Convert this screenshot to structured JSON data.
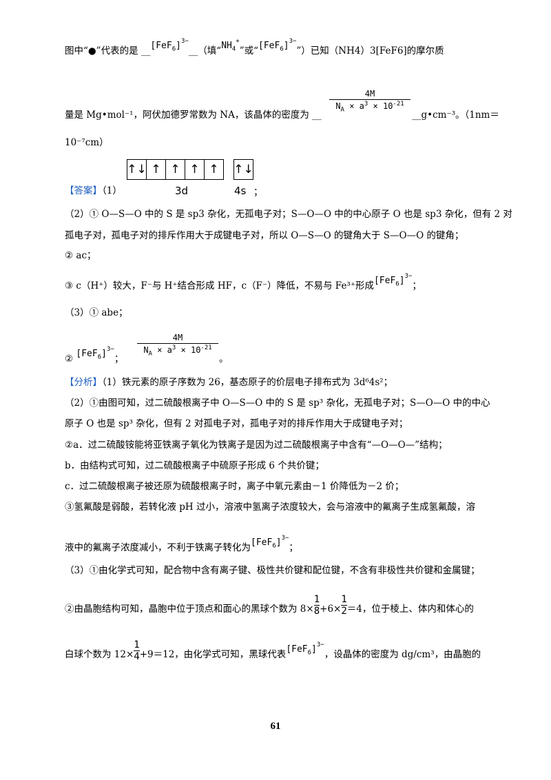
{
  "q3_line1": {
    "prefix": "图中“●”代表的是 __",
    "ion_text": "[FeF6]3-",
    "mid": "__（填“",
    "nh4": "NH4+",
    "or": "”或“",
    "ion_text2": "[FeF6]3-",
    "suffix": "”）已知（NH4）3[FeF6]的摩尔质"
  },
  "q3_line2": {
    "prefix": "量是 Mg•mol⁻¹，阿伏加德罗常数为 NA，该晶体的密度为 __",
    "frac_num": "4M",
    "frac_den": "NA × a3 × 10-21",
    "suffix": "__g•cm⁻³。（1nm＝"
  },
  "q3_line3": "10⁻⁷cm）",
  "orbital": {
    "d_boxes": [
      "↑↓",
      "↑",
      "↑",
      "↑",
      "↑"
    ],
    "s_boxes": [
      "↑↓"
    ],
    "d_label": "3d",
    "s_label": "4s"
  },
  "answer": {
    "tag": "【答案】",
    "part1": "（1）",
    "end": "；",
    "p2_1a": "（2）① O—S—O 中的 S 是 sp3 杂化，无孤电子对；S—O—O 中的中心原子 O 也是 sp3 杂化，但有 2 对",
    "p2_1b": "孤电子对，孤电子对的排斥作用大于成键电子对，所以 O—S—O 的键角大于 S—O—O 的键角；",
    "p2_2": "② ac；",
    "p2_3": "③ c（H⁺）较大，F⁻与 H⁺结合形成 HF，c（F⁻）降低，不易与 Fe³⁺形成",
    "p2_3_end": "；",
    "p3_1": "（3）① abe；",
    "p3_2_pre": "②",
    "p3_2_mid": "；",
    "p3_2_end": "。"
  },
  "analysis": {
    "tag": "【分析】",
    "l1": "（1）铁元素的原子序数为 26，基态原子的价层电子排布式为 3d⁶4s²；",
    "l2": "（2）①由图可知，过二硫酸根离子中 O—S—O 中的 S 是 sp³ 杂化，无孤电子对；S—O—O 中的中心",
    "l3": "原子 O 也是 sp³ 杂化，但有 2 对孤电子对，孤电子对的排斥作用大于成键电子对；",
    "l4": "②a．过二硫酸铵能将亚铁离子氧化为铁离子是因为过二硫酸根离子中含有“—O—O—”结构；",
    "l5": "b．由结构式可知，过二硫酸根离子中硫原子形成 6 个共价键；",
    "l6": "c．过二硫酸根离子被还原为硫酸根离子时，离子中氧元素由－1 价降低为－2 价；",
    "l7": "③氢氟酸是弱酸，若转化液 pH 过小，溶液中氢离子浓度较大，会与溶液中的氟离子生成氢氟酸，溶",
    "l8": "液中的氟离子浓度减小，不利于铁离子转化为",
    "l8_end": "；",
    "l9": "（3）①由化学式可知，配合物中含有离子键、极性共价键和配位键，不含有非极性共价键和金属键；",
    "l10_a": "②由晶胞结构可知，晶胞中位于顶点和面心的黑球个数为 8×",
    "l10_b": "+6×",
    "l10_c": "＝4，位于棱上、体内和体心的",
    "l11_a": "白球个数为 12×",
    "l11_b": "+9＝12，由化学式可知，黑球代表",
    "l11_c": "，设晶体的密度为 dg/cm³，由晶胞的",
    "f1": "1",
    "f8": "8",
    "f2": "2",
    "f4": "4"
  },
  "page_number": "61"
}
